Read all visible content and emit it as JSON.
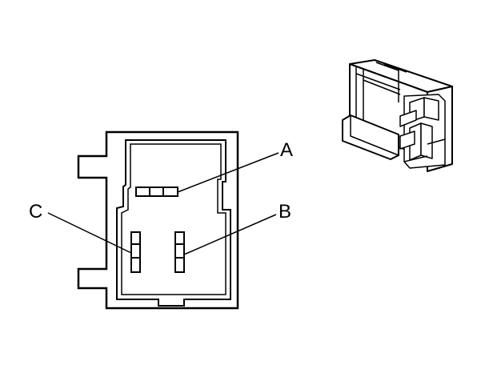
{
  "figure": {
    "pin_labels": {
      "a": "A",
      "b": "B",
      "c": "C"
    },
    "colors": {
      "line": "#000000",
      "background": "#ffffff"
    }
  }
}
